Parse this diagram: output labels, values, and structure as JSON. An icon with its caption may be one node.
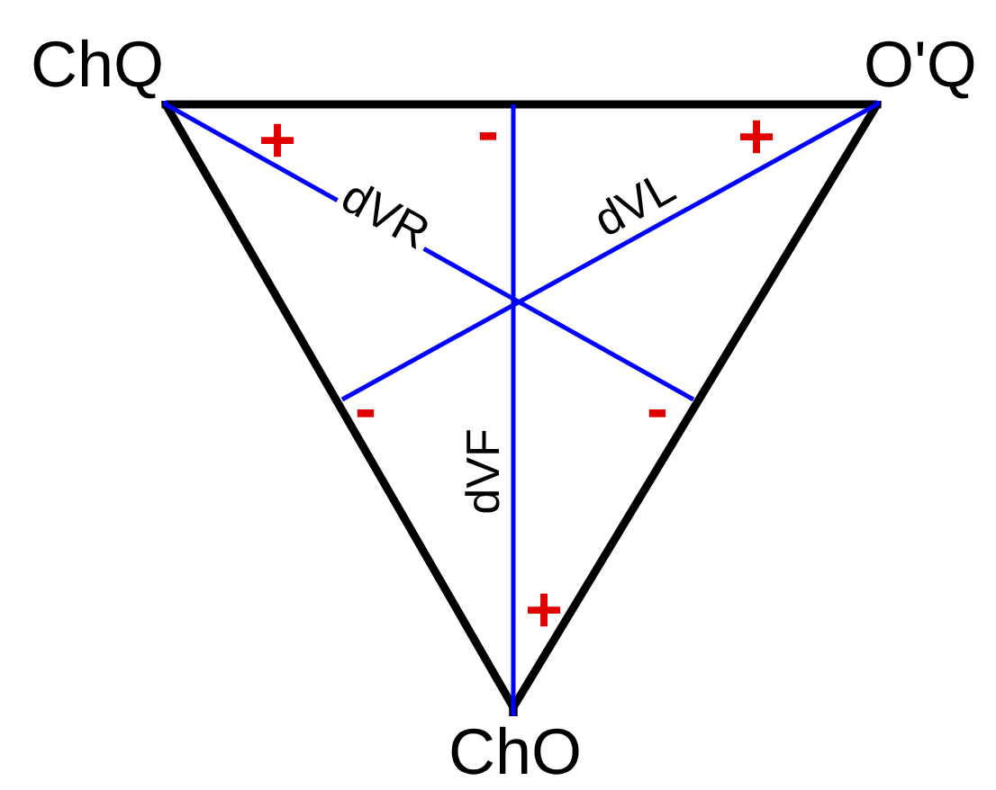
{
  "diagram": {
    "nodes": [
      {
        "text": [
          "ChQ"
        ]
      },
      {
        "text": [
          "O'Q"
        ]
      },
      {
        "text": [
          "ChO"
        ]
      }
    ],
    "edges": [
      {
        "from": 0,
        "to": 1,
        "arrow": "none",
        "style": "thick"
      },
      {
        "from": 0,
        "to": 2,
        "arrow": "none",
        "style": "thick"
      },
      {
        "from": 1,
        "to": 2,
        "arrow": "none",
        "style": "thick"
      },
      {
        "from": 0,
        "to": null,
        "arrow": "none",
        "label": "dVR",
        "color": "#0000ff"
      },
      {
        "from": 1,
        "to": null,
        "arrow": "none",
        "label": "dVL",
        "color": "#0000ff"
      },
      {
        "from": null,
        "to": 2,
        "arrow": "none",
        "label": "dVF",
        "color": "#0000ff"
      }
    ],
    "labels": [
      "+",
      "-",
      "+",
      "-",
      "-",
      "+"
    ]
  }
}
